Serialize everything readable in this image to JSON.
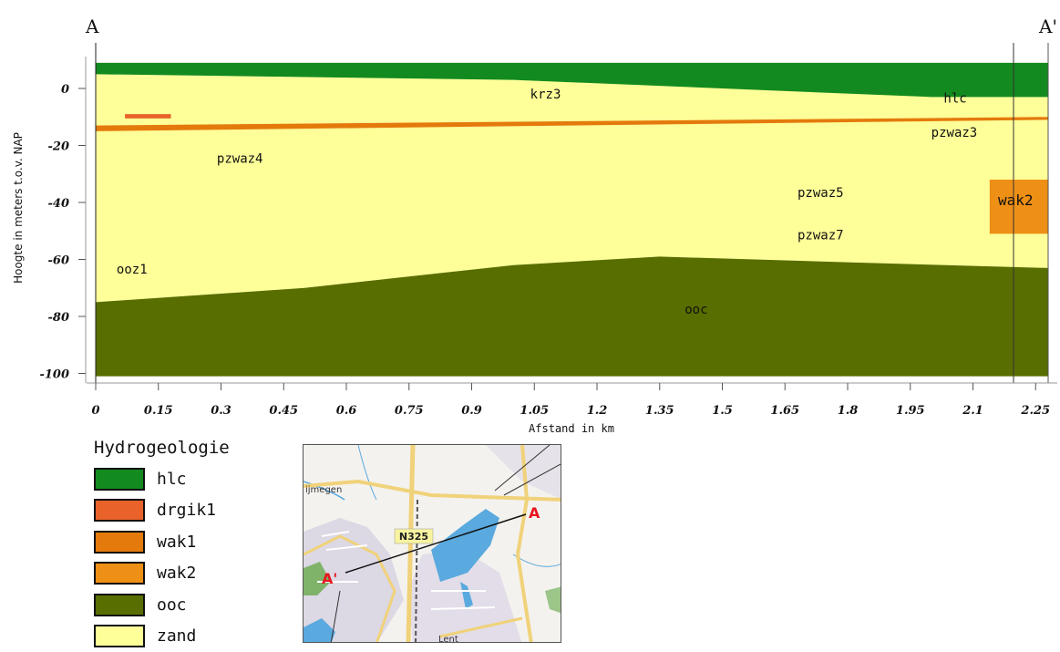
{
  "section": {
    "start_label": "A",
    "end_label": "A'",
    "ylabel": "Hoogte in meters t.o.v. NAP",
    "xlabel": "Afstand in km",
    "y_ticks": [
      "0",
      "-20",
      "-40",
      "-60",
      "-80",
      "-100"
    ],
    "x_ticks": [
      "0",
      "0.15",
      "0.3",
      "0.45",
      "0.6",
      "0.75",
      "0.9",
      "1.05",
      "1.2",
      "1.35",
      "1.5",
      "1.65",
      "1.8",
      "1.95",
      "2.1",
      "2.25"
    ]
  },
  "units": [
    {
      "label": "hlc",
      "color": "#138a1f"
    },
    {
      "label": "krz3",
      "color": "#ffff99"
    },
    {
      "label": "pzwaz3",
      "color": "#ffff99"
    },
    {
      "label": "pzwaz4",
      "color": "#ffff99"
    },
    {
      "label": "pzwaz5",
      "color": "#ffff99"
    },
    {
      "label": "pzwaz7",
      "color": "#ffff99"
    },
    {
      "label": "wak2",
      "color": "#e88a0c"
    },
    {
      "label": "ooz1",
      "color": "#ffff99"
    },
    {
      "label": "ooc",
      "color": "#586e00"
    }
  ],
  "legend": {
    "title": "Hydrogeologie",
    "items": [
      {
        "label": "hlc",
        "color": "#138a1f"
      },
      {
        "label": "drgik1",
        "color": "#e8622a"
      },
      {
        "label": "wak1",
        "color": "#e47a0c"
      },
      {
        "label": "wak2",
        "color": "#ee8f16"
      },
      {
        "label": "ooc",
        "color": "#586e00"
      },
      {
        "label": "zand",
        "color": "#ffff99"
      }
    ]
  },
  "map": {
    "place_top": "ijmegen",
    "road": "N325",
    "place_bottom": "Lent",
    "marker_a": "A",
    "marker_a_prime": "A'"
  },
  "chart_data": {
    "type": "geological-cross-section",
    "x_range_km": [
      0,
      2.28
    ],
    "y_range_m": [
      -100,
      10
    ],
    "layers": [
      {
        "name": "hlc",
        "top": [
          [
            0,
            9
          ],
          [
            1.0,
            9
          ],
          [
            2.28,
            9
          ]
        ],
        "bottom": [
          [
            0,
            5
          ],
          [
            1.0,
            3
          ],
          [
            1.5,
            0
          ],
          [
            2.0,
            -3
          ],
          [
            2.28,
            -3
          ]
        ]
      },
      {
        "name": "krz3 / pzwaz",
        "top": [
          [
            0,
            5
          ],
          [
            1.0,
            3
          ],
          [
            2.28,
            -3
          ]
        ],
        "bottom": [
          [
            0,
            -75
          ],
          [
            0.5,
            -70
          ],
          [
            1.0,
            -62
          ],
          [
            1.35,
            -59
          ],
          [
            1.8,
            -61
          ],
          [
            2.28,
            -63
          ]
        ]
      },
      {
        "name": "wak1",
        "top": [
          [
            0,
            -13
          ],
          [
            2.28,
            -10
          ]
        ],
        "bottom": [
          [
            0,
            -15
          ],
          [
            2.28,
            -11
          ]
        ]
      },
      {
        "name": "drgik1",
        "top": [
          [
            0.07,
            -9
          ],
          [
            0.18,
            -9
          ]
        ],
        "bottom": [
          [
            0.07,
            -10.5
          ],
          [
            0.18,
            -10.5
          ]
        ]
      },
      {
        "name": "wak2",
        "top": [
          [
            2.14,
            -32
          ],
          [
            2.28,
            -32
          ]
        ],
        "bottom": [
          [
            2.14,
            -51
          ],
          [
            2.28,
            -51
          ]
        ]
      },
      {
        "name": "ooc",
        "top": [
          [
            0,
            -75
          ],
          [
            0.5,
            -70
          ],
          [
            1.0,
            -62
          ],
          [
            1.35,
            -59
          ],
          [
            1.8,
            -61
          ],
          [
            2.28,
            -63
          ]
        ],
        "bottom": [
          [
            0,
            -101
          ],
          [
            2.28,
            -101
          ]
        ]
      }
    ]
  }
}
